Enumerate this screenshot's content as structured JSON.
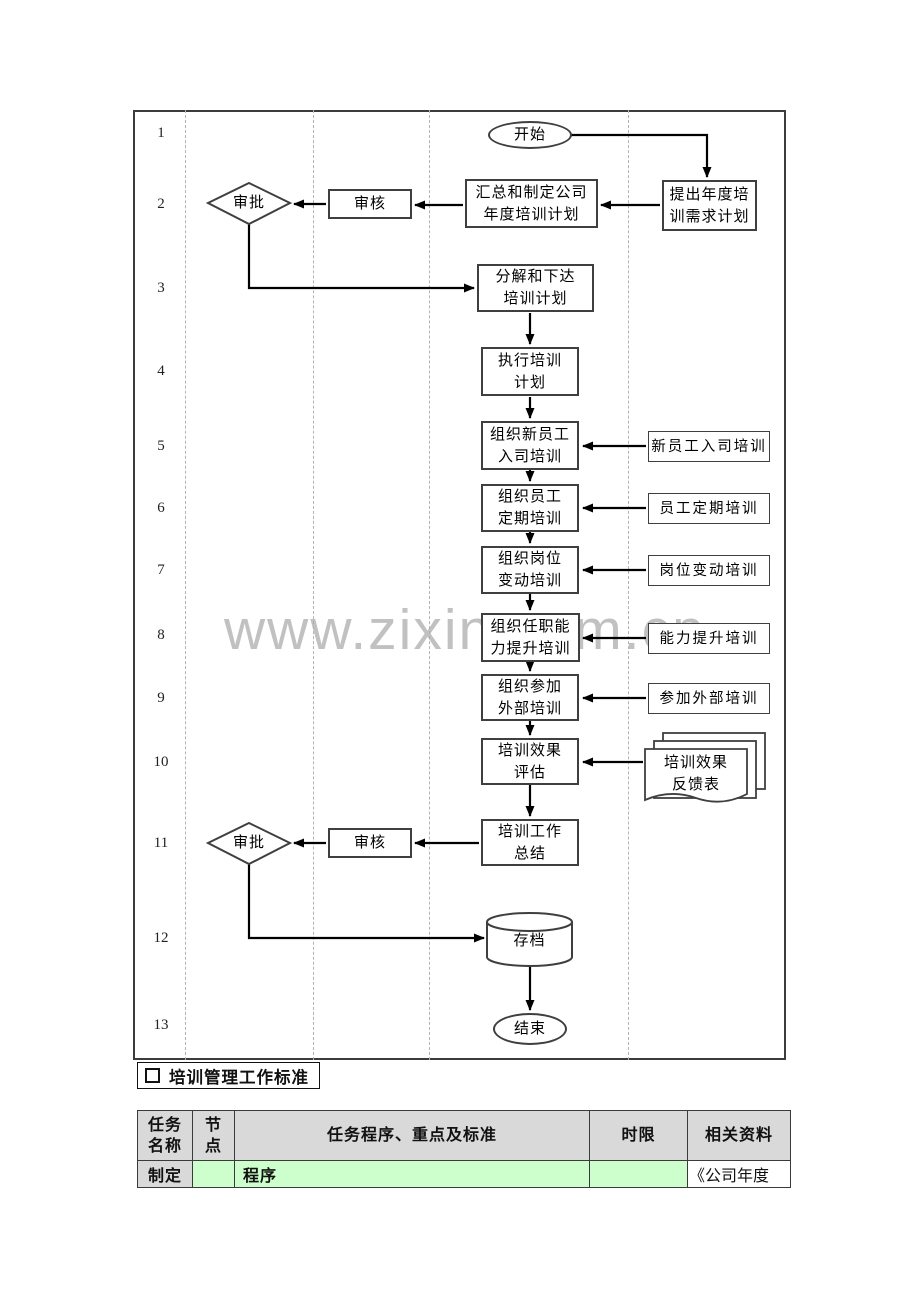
{
  "watermark": "www.zixin.com.cn",
  "lanes": [
    "1",
    "2",
    "3",
    "4",
    "5",
    "6",
    "7",
    "8",
    "9",
    "10",
    "11",
    "12",
    "13"
  ],
  "flow": {
    "start": "开始",
    "propose": "提出年度培\n训需求计划",
    "summarize": "汇总和制定公司\n年度培训计划",
    "review1": "审核",
    "approve1": "审批",
    "decompose": "分解和下达\n培训计划",
    "execute": "执行培训\n计划",
    "organize_new": "组织新员工\n入司培训",
    "organize_regular": "组织员工\n定期培训",
    "organize_post": "组织岗位\n变动培训",
    "organize_capability": "组织任职能\n力提升培训",
    "organize_external": "组织参加\n外部培训",
    "evaluate": "培训效果\n评估",
    "summary": "培训工作\n总结",
    "review2": "审核",
    "approve2": "审批",
    "archive": "存档",
    "end": "结束",
    "side_new": "新员工入司培训",
    "side_regular": "员工定期培训",
    "side_post": "岗位变动培训",
    "side_capability": "能力提升培训",
    "side_external": "参加外部培训",
    "doc_feedback": "培训效果\n反馈表"
  },
  "section": {
    "title": "培训管理工作标准"
  },
  "table": {
    "headers": {
      "task": "任务\n名称",
      "node": "节\n点",
      "content": "任务程序、重点及标准",
      "time": "时限",
      "docs": "相关资料"
    },
    "row": {
      "task": "制定",
      "node": "",
      "content": "程序",
      "time": "",
      "docs": "《公司年度"
    }
  },
  "colors": {
    "header_bg": "#d9d9d9",
    "highlight_green": "#ccffcc"
  }
}
